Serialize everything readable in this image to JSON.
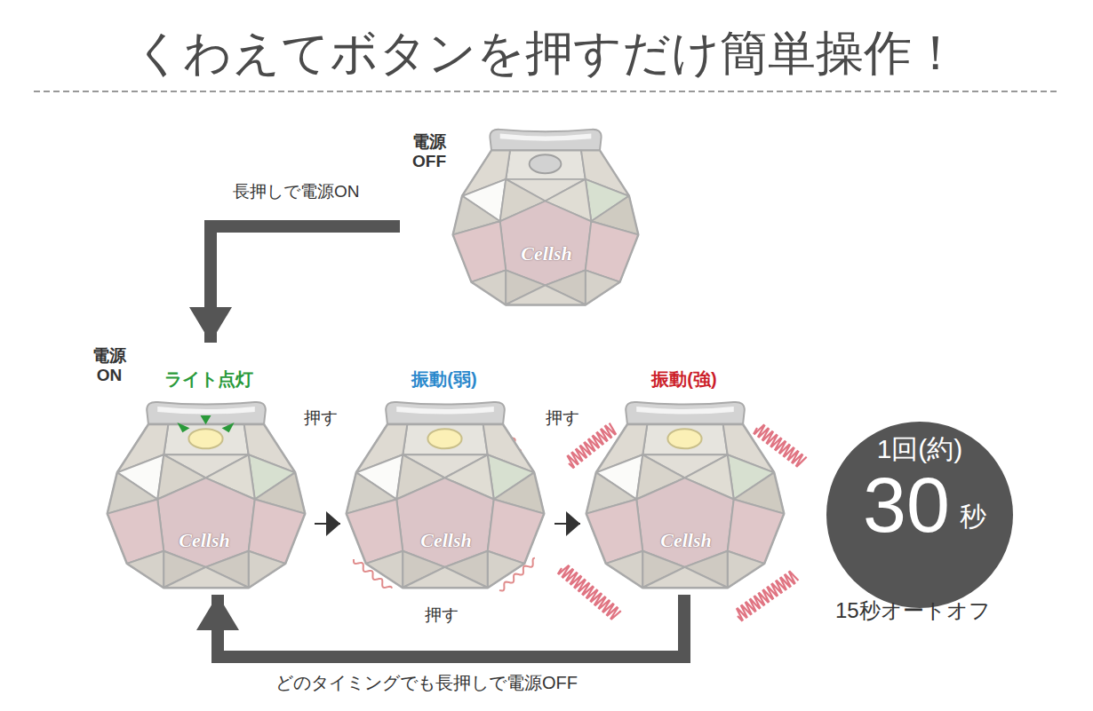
{
  "diagram": {
    "title": "くわえてボタンを押すだけ簡単操作！",
    "nodes": [
      {
        "text": [
          "電源 OFF",
          "Cellsh"
        ]
      },
      {
        "text": [
          "電源 ON",
          "ライト点灯",
          "Cellsh"
        ]
      },
      {
        "text": [
          "振動(弱)",
          "Cellsh"
        ]
      },
      {
        "text": [
          "振動(強)",
          "Cellsh"
        ]
      },
      {
        "text": [
          "1回(約)",
          "30",
          "秒"
        ]
      }
    ],
    "edges": [
      {
        "from": 0,
        "to": 1,
        "arrow": "to",
        "label": "長押しで電源ON"
      },
      {
        "from": 1,
        "to": 2,
        "arrow": "to",
        "label": "押す"
      },
      {
        "from": 2,
        "to": 3,
        "arrow": "to",
        "label": "押す"
      },
      {
        "from": 3,
        "to": 1,
        "arrow": "to",
        "label": "押す"
      }
    ],
    "labels": [
      "どのタイミングでも長押しで電源OFF",
      "15秒オートオフ"
    ]
  }
}
